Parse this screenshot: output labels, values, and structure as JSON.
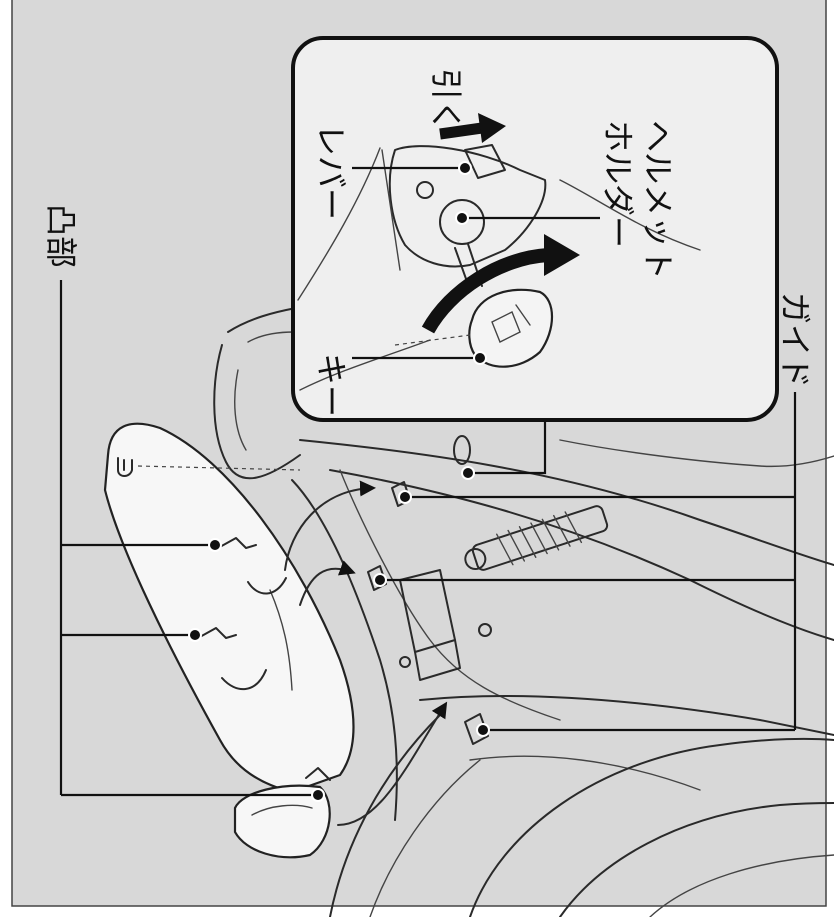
{
  "labels": {
    "protrusion": "凸部",
    "lever": "レバー",
    "pull": "引く",
    "helmet_holder_line1": "ヘルメット",
    "helmet_holder_line2": "ホルダー",
    "key": "キー",
    "guide": "ガイド"
  },
  "colors": {
    "background": "#d8d8d8",
    "inset": "#efefef",
    "line": "#1a1a1a",
    "seat": "#f7f7f7"
  }
}
